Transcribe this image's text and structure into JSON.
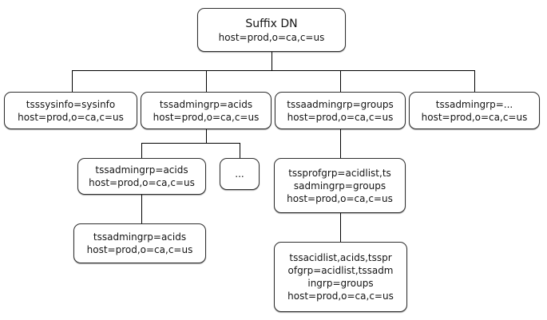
{
  "diagram": {
    "description": "LDAP directory suffix tree",
    "nodes": {
      "root": {
        "lines": [
          "Suffix DN",
          "host=prod,o=ca,c=us"
        ]
      },
      "sysinfo": {
        "lines": [
          "tsssysinfo=sysinfo",
          "host=prod,o=ca,c=us"
        ]
      },
      "admingrp_acids": {
        "lines": [
          "tssadmingrp=acids",
          "host=prod,o=ca,c=us"
        ]
      },
      "aadmingrp_groups": {
        "lines": [
          "tssaadmingrp=groups",
          "host=prod,o=ca,c=us"
        ]
      },
      "admingrp_more": {
        "lines": [
          "tssadmingrp=...",
          "host=prod,o=ca,c=us"
        ]
      },
      "admingrp_child": {
        "lines": [
          "tssadmingrp=acids",
          "host=prod,o=ca,c=us"
        ]
      },
      "ellipsis": {
        "lines": [
          "..."
        ]
      },
      "profgrp": {
        "lines": [
          "tssprofgrp=acidlist,ts",
          "sadmingrp=groups",
          "host=prod,o=ca,c=us"
        ]
      },
      "admingrp_grand": {
        "lines": [
          "tssadmingrp=acids",
          "host=prod,o=ca,c=us"
        ]
      },
      "acidlist": {
        "lines": [
          "tssacidlist,acids,tsspr",
          "ofgrp=acidlist,tssadm",
          "ingrp=groups",
          "host=prod,o=ca,c=us"
        ]
      }
    },
    "colors": {
      "background": "#ffffff",
      "border": "#2e2e2e",
      "text": "#141414",
      "connector": "#000000"
    }
  }
}
